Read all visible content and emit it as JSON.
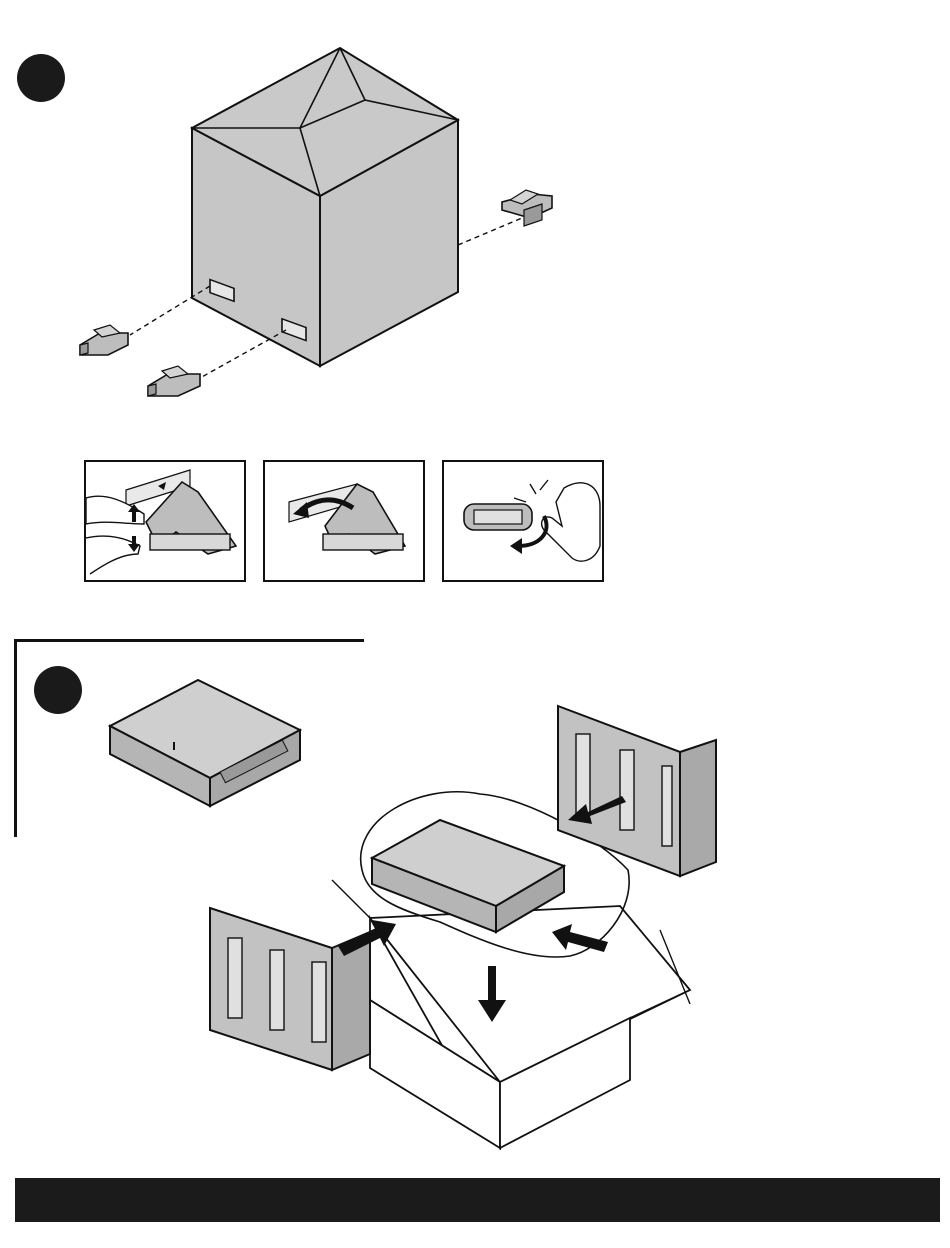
{
  "document": {
    "type": "printed instruction sheet",
    "steps": [
      {
        "marker": "step-1-marker"
      },
      {
        "marker": "step-2-marker"
      }
    ],
    "detail_panels": [
      "squeeze-clip-panel",
      "tilt-clip-panel",
      "rotate-clip-panel"
    ],
    "colors": {
      "ink": "#111111",
      "part_fill": "#bdbdbd",
      "box_fill": "#c8c8c8",
      "footer": "#1b1b1b"
    },
    "icons": [
      "arrow-icon",
      "clip-icon",
      "hand-icon"
    ]
  }
}
